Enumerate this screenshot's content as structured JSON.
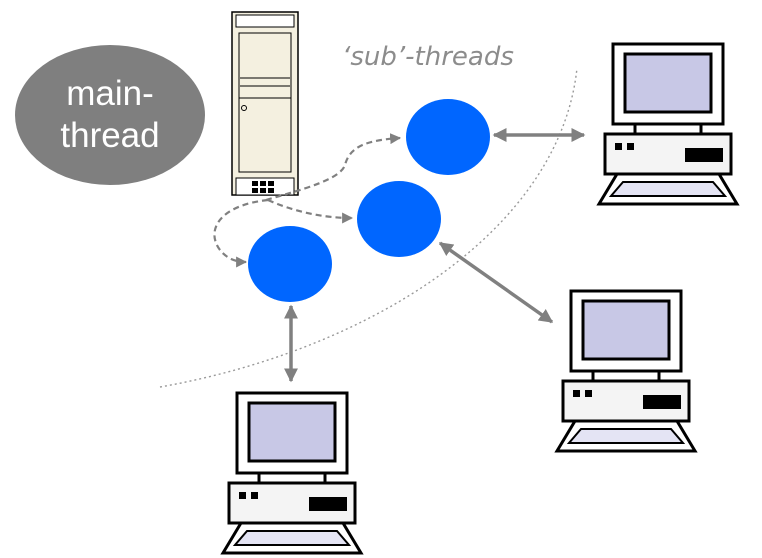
{
  "main_thread": {
    "line1": "main-",
    "line2": "thread"
  },
  "sub_threads_label": "‘sub’-threads",
  "colors": {
    "main_thread_fill": "#7f7f7f",
    "sub_thread_fill": "#0066ff",
    "connector": "#808080",
    "screen": "#c8c8e6",
    "case": "#f4f4f4"
  },
  "icons": [
    "server-icon",
    "computer-icon"
  ]
}
